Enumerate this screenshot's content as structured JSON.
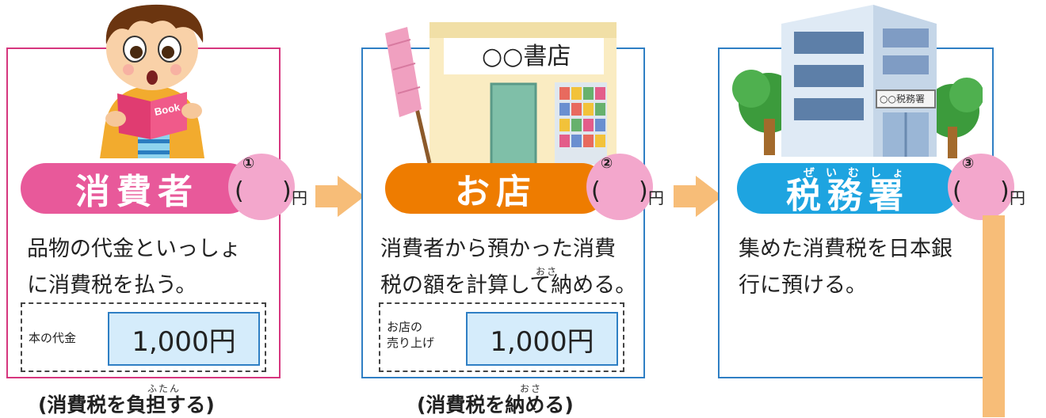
{
  "panels": {
    "consumer": {
      "label": "消費者",
      "number": "①",
      "paren_open": "(",
      "paren_close": ")",
      "unit": "円",
      "description": [
        "品物の代金といっしょ",
        "に消費税を払う。"
      ],
      "price_label": "本の代金",
      "price": "1,000円",
      "book_text": "Book",
      "caption": "(消費税を負担する)",
      "caption_ruby": "ふたん"
    },
    "shop": {
      "label": "お店",
      "number": "②",
      "paren_open": "(",
      "paren_close": ")",
      "unit": "円",
      "store_sign": "○○書店",
      "description": [
        "消費者から預かった消費",
        "税の額を計算して納める。"
      ],
      "description_ruby": "おさ",
      "price_label": [
        "お店の",
        "売り上げ"
      ],
      "price": "1,000円",
      "caption": "(消費税を納める)",
      "caption_ruby": "おさ"
    },
    "tax_office": {
      "label": "税務署",
      "furigana": "ぜいむしょ",
      "number": "③",
      "paren_open": "(",
      "paren_close": ")",
      "unit": "円",
      "building_sign": "○○税務署",
      "description": [
        "集めた消費税を日本銀",
        "行に預ける。"
      ]
    }
  },
  "colors": {
    "consumer_pill": "#e8599a",
    "shop_pill": "#ee7c00",
    "tax_pill": "#1ea4e0",
    "circle": "#f3a7cc",
    "arrow": "#f7bd78",
    "price_fill": "#d5ecfb",
    "pink_border": "#d6367e",
    "blue_border": "#2f7fc4"
  },
  "icons": [
    "boy-reading-book-illustration",
    "bookstore-illustration",
    "tax-office-building-illustration",
    "right-arrow-icon",
    "down-arrow-icon"
  ]
}
